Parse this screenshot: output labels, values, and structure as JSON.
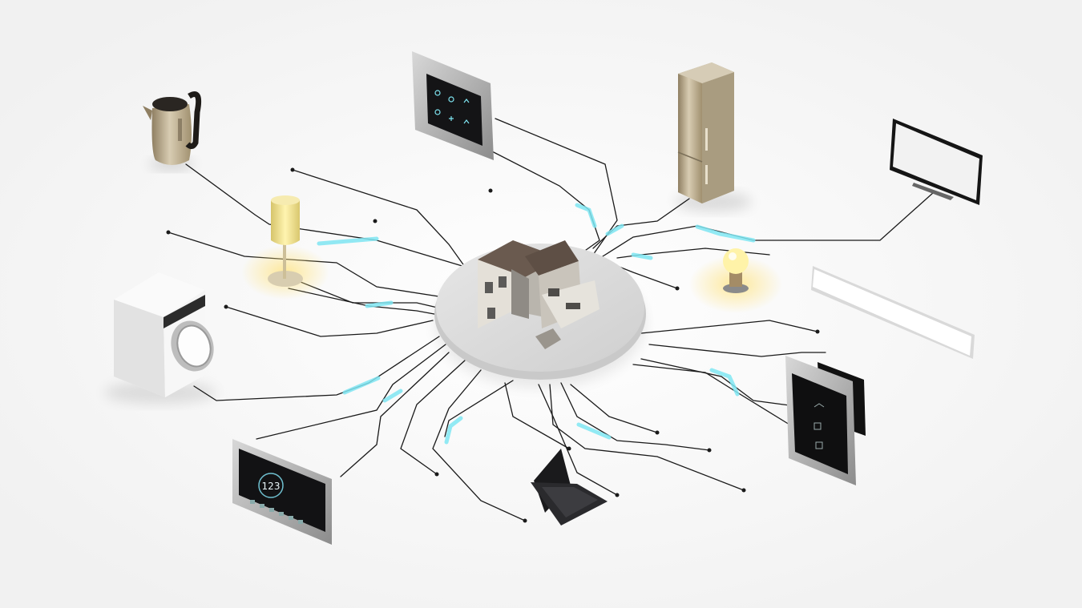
{
  "scene": {
    "hub": "house-platform",
    "devices": [
      {
        "id": "kettle",
        "icon": "kettle-icon"
      },
      {
        "id": "wall-switch-panel",
        "icon": "touch-panel-icon"
      },
      {
        "id": "refrigerator",
        "icon": "fridge-icon"
      },
      {
        "id": "television",
        "icon": "tv-icon"
      },
      {
        "id": "table-lamp",
        "icon": "lamp-icon"
      },
      {
        "id": "washing-machine",
        "icon": "washer-icon"
      },
      {
        "id": "light-bulb",
        "icon": "bulb-icon"
      },
      {
        "id": "light-panel",
        "icon": "panel-icon"
      },
      {
        "id": "wall-thermostat-panel",
        "icon": "touch-panel-icon"
      },
      {
        "id": "laptop",
        "icon": "laptop-icon"
      },
      {
        "id": "thermostat-display",
        "icon": "thermostat-icon"
      }
    ],
    "colors": {
      "wire": "#1a1a1a",
      "wire_glow": "#7fe6f2",
      "platform": "#d9d9d9",
      "lamp_glow": "#ffe27a"
    }
  },
  "thermostat": {
    "temperature": "123"
  }
}
